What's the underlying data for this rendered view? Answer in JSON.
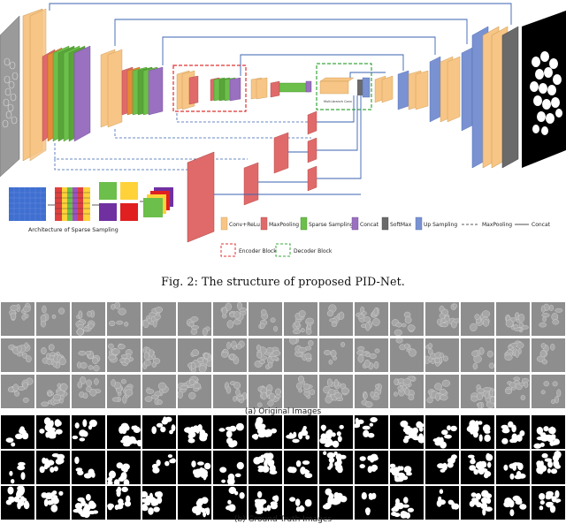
{
  "figure_caption": "Fig. 2: The structure of proposed PID-Net.",
  "sparse_sampling_label": "Architecture of Sparse Sampling",
  "legend": {
    "items": [
      {
        "label": "Conv+ReLu",
        "color": "#f7c585"
      },
      {
        "label": "MaxPooling",
        "color": "#e06a6a"
      },
      {
        "label": "Sparse Sampling",
        "color": "#6cbf4a"
      },
      {
        "label": "Concat",
        "color": "#9a70c0"
      },
      {
        "label": "SoftMax",
        "color": "#6a6a6a"
      },
      {
        "label": "Up Sampling",
        "color": "#7a92d2"
      }
    ],
    "maxpool_line": "MaxPooling",
    "concat_line": "Concat",
    "encoder_block": "Encoder Block",
    "decoder_block": "Decoder Block"
  },
  "bottleneck_label": "Multi-branch Conv",
  "subcaption_a": "(a) Original Images",
  "subcaption_b": "(b) Ground Truth Images",
  "colors": {
    "conv": "#f7c585",
    "maxpool": "#e06a6a",
    "sparse": "#6cbf4a",
    "concat": "#9a70c0",
    "upsample": "#7a92d2",
    "encoder_box": "#e03030",
    "decoder_box": "#3aa83a",
    "arrow": "#3a62b0"
  }
}
